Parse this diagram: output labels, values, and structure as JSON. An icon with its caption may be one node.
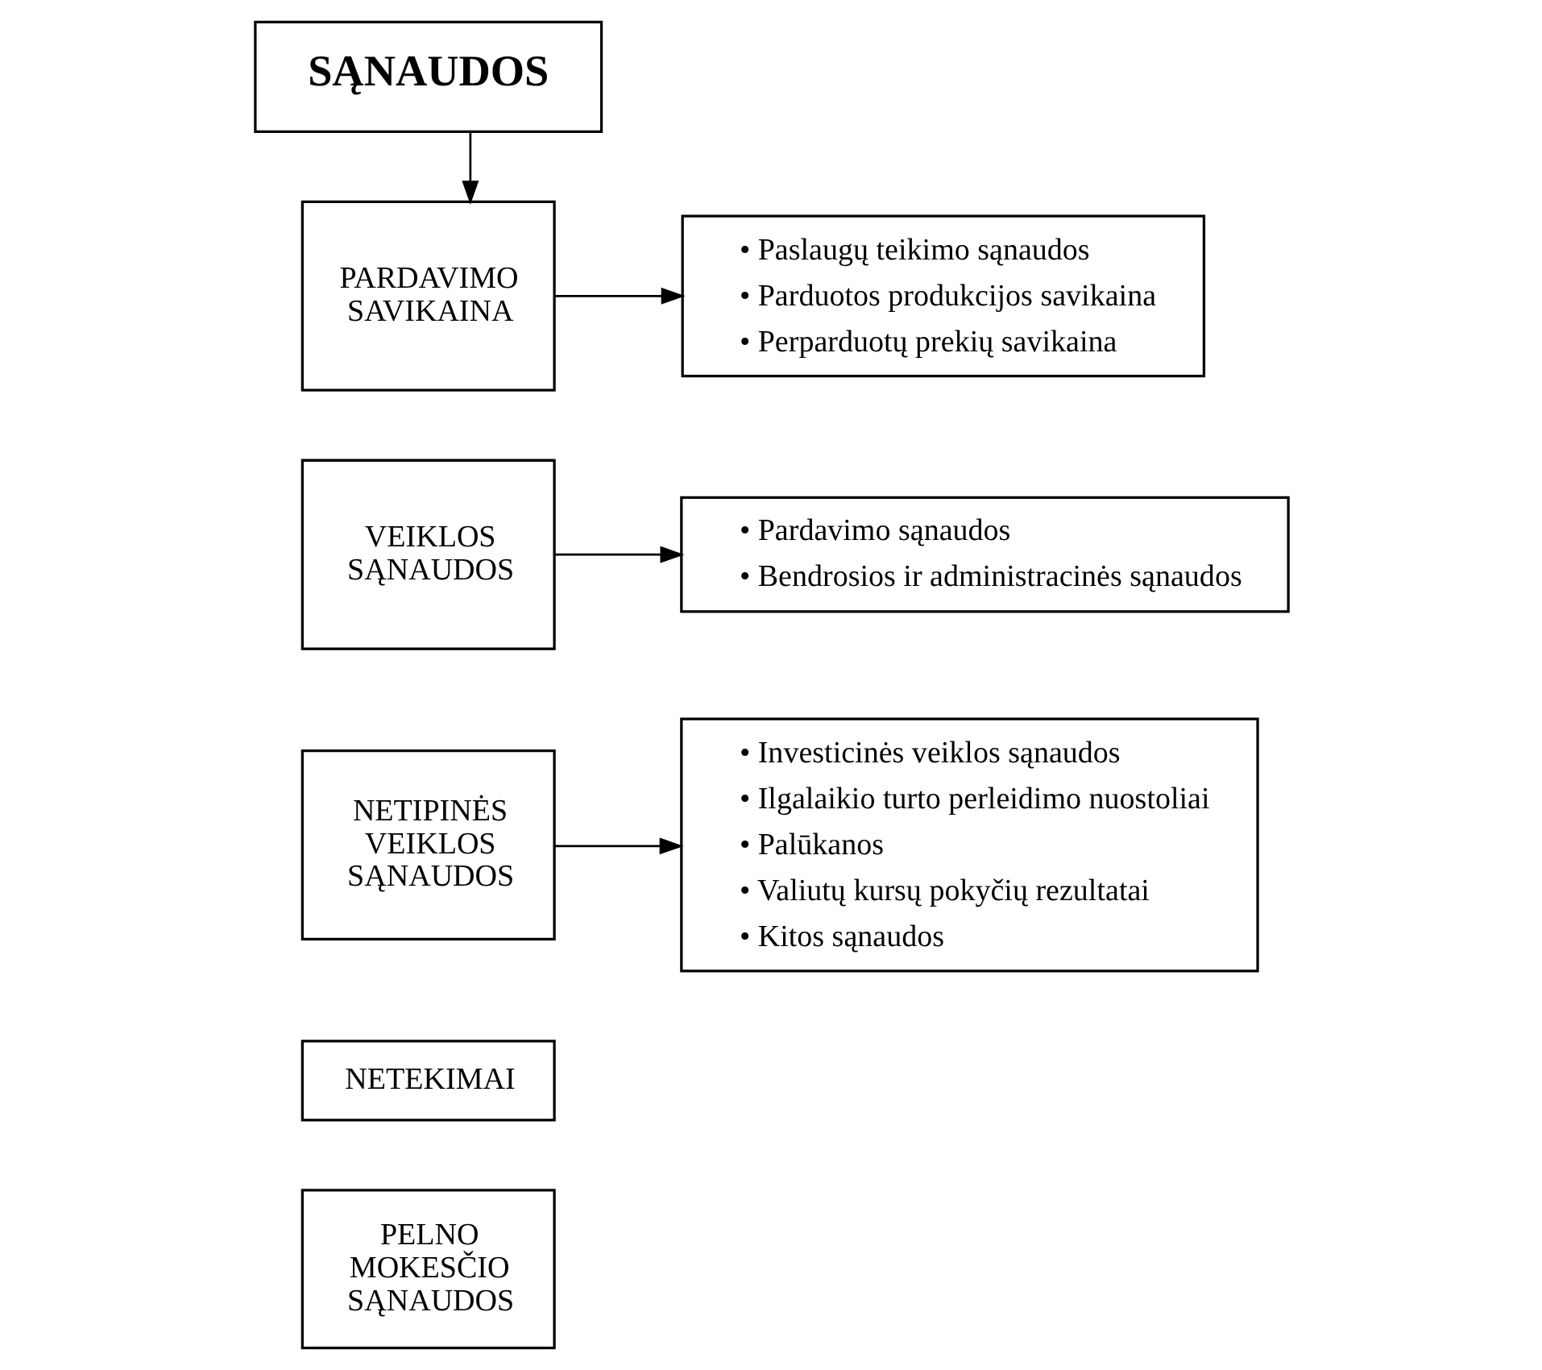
{
  "diagram": {
    "nodes": [
      {
        "text": [
          "SĄNAUDOS"
        ]
      },
      {
        "text": [
          "PARDAVIMO SAVIKAINA"
        ]
      },
      {
        "text": [
          "• Paslaugų teikimo sąnaudos",
          "• Parduotos produkcijos savikaina",
          "• Perparduotų prekių savikaina"
        ]
      },
      {
        "text": [
          "VEIKLOS SĄNAUDOS"
        ]
      },
      {
        "text": [
          "• Pardavimo sąnaudos",
          "• Bendrosios ir administracinės sąnaudos"
        ]
      },
      {
        "text": [
          "NETIPINĖS VEIKLOS SĄNAUDOS"
        ]
      },
      {
        "text": [
          "• Investicinės veiklos sąnaudos",
          "• Ilgalaikio turto perleidimo nuostoliai",
          "• Palūkanos",
          "• Valiutų kursų pokyčių rezultatai",
          "• Kitos sąnaudos"
        ]
      },
      {
        "text": [
          "NETEKIMAI"
        ]
      },
      {
        "text": [
          "PELNO MOKESČIO SĄNAUDOS"
        ]
      }
    ],
    "edges": [
      {
        "from": 0,
        "to": 1,
        "arrow": "to"
      },
      {
        "from": 1,
        "to": 2,
        "arrow": "to"
      },
      {
        "from": 3,
        "to": 4,
        "arrow": "to"
      },
      {
        "from": 5,
        "to": 6,
        "arrow": "to"
      }
    ]
  }
}
